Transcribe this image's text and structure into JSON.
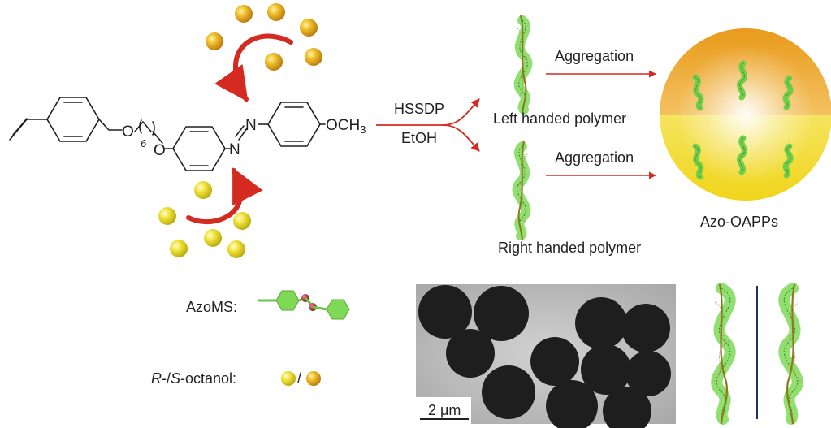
{
  "molecule": {
    "left_oxygen": "O",
    "subscript_n": "6",
    "right_oxygen": "O",
    "azo_n1": "N",
    "azo_n2": "N",
    "methoxy": "OCH",
    "methoxy_sub": "3"
  },
  "reaction": {
    "reagent_top": "HSSDP",
    "reagent_bottom": "EtOH"
  },
  "products": {
    "left_label": "Left handed polymer",
    "right_label": "Right handed  polymer",
    "aggregation_top": "Aggregation",
    "aggregation_bottom": "Aggregation",
    "sphere_label": "Azo-OAPPs"
  },
  "legend": {
    "azoms_label": "AzoMS:",
    "octanol_r": "R",
    "octanol_sep": "-/",
    "octanol_s": "S",
    "octanol_rest": "-octanol:",
    "slash": "/"
  },
  "micrograph": {
    "scale_label": "2 μm"
  },
  "colors": {
    "gold_sphere": "#e3a21a",
    "yellow_sphere": "#e6d21c",
    "red_arrow": "#d42a20",
    "helix_green": "#7ed957",
    "divider_blue": "#1c2f6b",
    "tem_background": "#b8b8b8",
    "tem_particle": "#1e1e1e"
  }
}
